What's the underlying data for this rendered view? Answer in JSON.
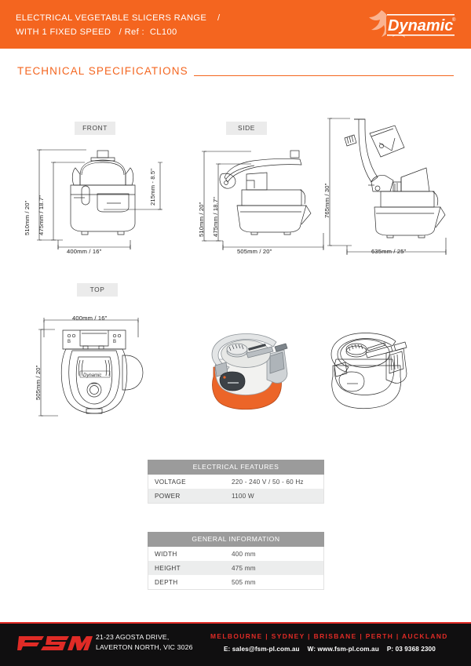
{
  "header": {
    "title_line1": "ELECTRICAL VEGETABLE SLICERS RANGE    /",
    "title_line2": "WITH 1 FIXED SPEED   / Ref :  CL100",
    "brand": "Dynamic",
    "brand_mark": "®",
    "bg_color": "#f4651f"
  },
  "section": {
    "title": "TECHNICAL  SPECIFICATIONS",
    "accent_color": "#f4651f"
  },
  "views": {
    "front": {
      "badge": "FRONT",
      "height_total": "510mm / 20\"",
      "height_body": "475mm / 18.7\"",
      "height_upper": "215mm - 8.5\"",
      "width": "400mm / 16\""
    },
    "side": {
      "badge": "SIDE",
      "height_total": "510mm / 20\"",
      "height_body": "475mm / 18.7\"",
      "depth": "505mm / 20\""
    },
    "open": {
      "height_total": "765mm / 30\"",
      "depth": "635mm / 25\""
    },
    "top": {
      "badge": "TOP",
      "width": "400mm / 16\"",
      "depth": "505mm / 20\""
    }
  },
  "tables": [
    {
      "title": "ELECTRICAL FEATURES",
      "rows": [
        {
          "key": "VOLTAGE",
          "value": "220 - 240 V / 50 - 60 Hz"
        },
        {
          "key": "POWER",
          "value": "1100 W"
        }
      ]
    },
    {
      "title": "GENERAL INFORMATION",
      "rows": [
        {
          "key": "WIDTH",
          "value": "400 mm"
        },
        {
          "key": "HEIGHT",
          "value": "475 mm"
        },
        {
          "key": "DEPTH",
          "value": "505 mm"
        }
      ]
    }
  ],
  "footer": {
    "logo": "FSM",
    "address_line1": "21-23 AGOSTA DRIVE,",
    "address_line2": "LAVERTON NORTH, VIC 3026",
    "cities": "MELBOURNE  |  SYDNEY  |  BRISBANE  |  PERTH  |  AUCKLAND",
    "email": "E: sales@fsm-pl.com.au",
    "web": "W: www.fsm-pl.com.au",
    "phone": "P: 03 9368 2300",
    "accent_color": "#e02b26",
    "bg_color": "#100f10"
  }
}
